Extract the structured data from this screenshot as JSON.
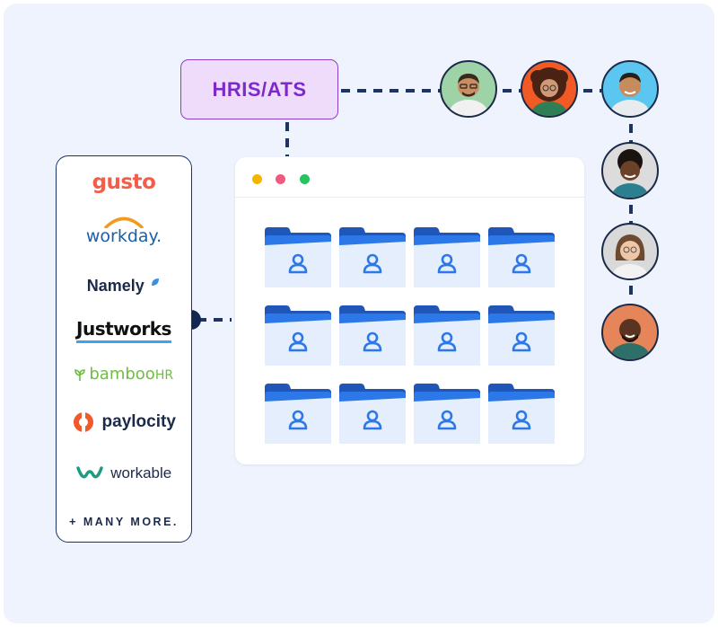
{
  "hris_label": "HRIS/ATS",
  "integrations": {
    "gusto": "gusto",
    "workday": "workday.",
    "namely": "Namely",
    "justworks": "Justworks",
    "bamboo": "bamboo",
    "bamboo_hr": "HR",
    "paylocity": "paylocity",
    "workable": "workable",
    "more": "+ MANY MORE."
  },
  "colors": {
    "background": "#eef3fd",
    "accent_purple": "#7d29cc",
    "navy": "#1c3366",
    "folder_blue": "#2d78e8",
    "folder_dark": "#1f56b8",
    "folder_light": "#e4eefc",
    "dot_yellow": "#f5b400",
    "dot_red": "#f05a7e",
    "dot_green": "#22c55e"
  },
  "folder_icon": "person-folder-icon",
  "avatars": [
    "person-avatar-1",
    "person-avatar-2",
    "person-avatar-3",
    "person-avatar-4",
    "person-avatar-5",
    "person-avatar-6"
  ]
}
